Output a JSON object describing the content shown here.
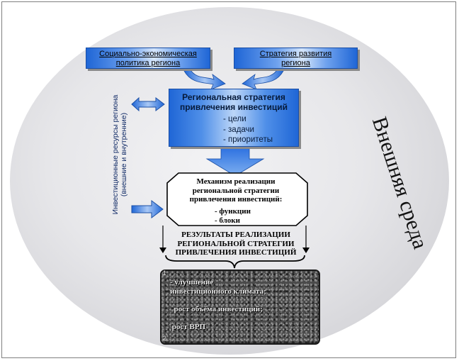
{
  "diagram": {
    "top_left_box": [
      "Социально-экономическая",
      "политика региона"
    ],
    "top_right_box": [
      "Стратегия развития",
      "региона"
    ],
    "strategy_box": {
      "title": [
        "Региональная стратегия",
        "привлечения инвестиций"
      ],
      "items": [
        "- цели",
        "- задачи",
        "- приоритеты"
      ]
    },
    "mechanism_box": {
      "title": [
        "Механизм реализации",
        "региональной стратегии",
        "привлечения инвестиций:"
      ],
      "items": [
        "- функции",
        "- блоки"
      ]
    },
    "results_box": [
      "РЕЗУЛЬТАТЫ РЕАЛИЗАЦИИ",
      "РЕГИОНАЛЬНОЙ СТРАТЕГИИ",
      "ПРИВЛЕЧЕНИЯ ИНВЕСТИЦИЙ"
    ],
    "outcome_box": [
      "- улучшение",
      "инвестиционного климата;",
      "",
      "  рост объёма инвестиций;",
      "",
      " рост ВРП"
    ],
    "left_vertical_label": [
      "Инвестиционные ресурсы региона",
      "(внешние и внутренние)"
    ],
    "external_label": "Внешняя среда",
    "outcome_marker_top": "1",
    "outcome_marker_bottom": "2"
  },
  "colors": {
    "box_blue": "#1f66d6",
    "box_light": "#d6e6fb",
    "arrow_blue": "#2a6fe0",
    "background_ellipse": "#dcdce0"
  }
}
